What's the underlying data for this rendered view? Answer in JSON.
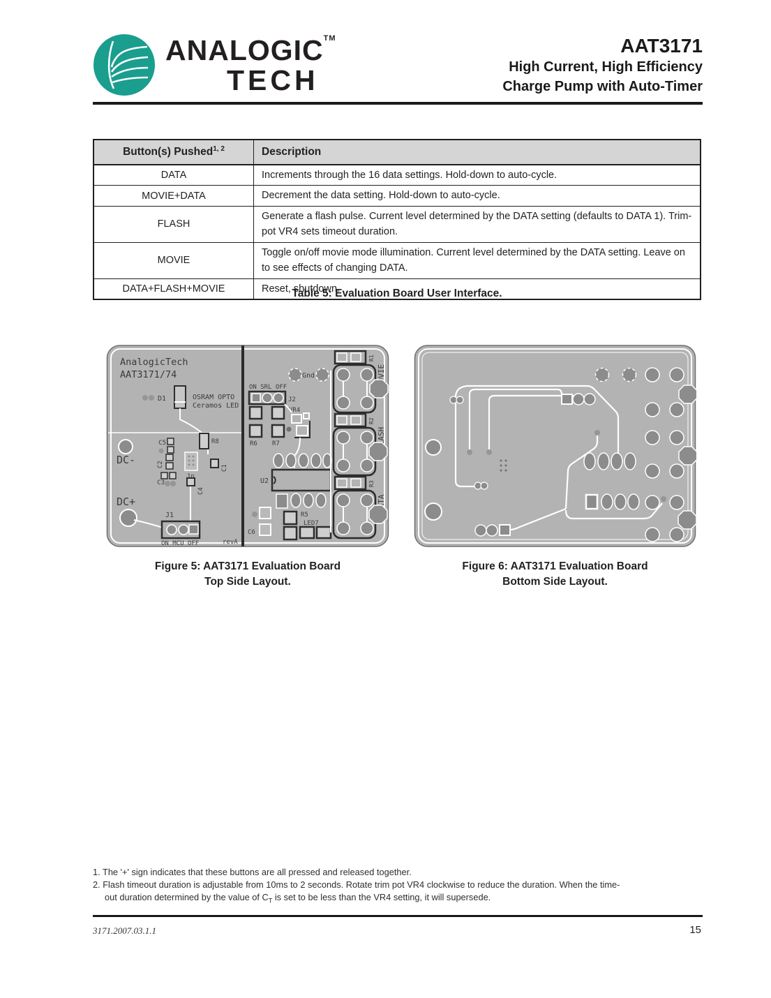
{
  "header": {
    "brand_line1": "ANALOGIC",
    "brand_tm": "TM",
    "brand_line2": "TECH",
    "brand_color": "#1a9e8e",
    "part_number": "AAT3171",
    "subtitle1": "High Current, High Efficiency",
    "subtitle2": "Charge Pump with Auto-Timer"
  },
  "table": {
    "header": {
      "col1": "Button(s) Pushed",
      "col1_sup": "1, 2",
      "col2": "Description"
    },
    "rows": [
      {
        "button": "DATA",
        "desc": "Increments through the 16 data settings. Hold-down to auto-cycle."
      },
      {
        "button": "MOVIE+DATA",
        "desc": "Decrement the data setting. Hold-down to auto-cycle."
      },
      {
        "button": "FLASH",
        "desc": "Generate a flash pulse. Current level determined by the DATA setting (defaults to DATA 1). Trim-pot VR4 sets timeout duration."
      },
      {
        "button": "MOVIE",
        "desc": "Toggle on/off movie mode illumination. Current level determined by the DATA setting. Leave on to see effects of changing DATA."
      },
      {
        "button": "DATA+FLASH+MOVIE",
        "desc": "Reset, shutdown."
      }
    ],
    "caption": "Table 5: Evaluation Board User Interface."
  },
  "figure5": {
    "caption1": "Figure 5: AAT3171 Evaluation Board",
    "caption2": "Top Side Layout.",
    "silk": {
      "title1": "AnalogicTech",
      "title2": "AAT3171/74",
      "d1": "D1",
      "led_note1": "OSRAM OPTO",
      "led_note2": "Ceramos LED",
      "dc_minus": "DC-",
      "dc_plus": "DC+",
      "c5": "C5",
      "c2": "C2",
      "c3": "C3",
      "c1": "C1",
      "c4": "C4",
      "r8": "R8",
      "cap_value": "1n",
      "j1": "J1",
      "j1_switch": "ON MCU OFF",
      "rev": "revA",
      "j2_switch": "ON SRL OFF",
      "j2": "J2",
      "vr4": "VR4",
      "r6": "R6",
      "r7": "R7",
      "u2": "U2",
      "r5": "R5",
      "c6": "C6",
      "led2": "LED7",
      "gnd": "Gnd",
      "r1": "R1",
      "r2": "R2",
      "r3": "R3",
      "btn_movie": "MOVIE",
      "btn_flash": "FLASH",
      "btn_data": "DATA"
    }
  },
  "figure6": {
    "caption1": "Figure 6: AAT3171 Evaluation Board",
    "caption2": "Bottom Side Layout."
  },
  "footnotes": {
    "fn1": "1. The '+' sign indicates that these buttons are all pressed and released together.",
    "fn2_line1": "2. Flash timeout duration is adjustable from 10ms to 2 seconds. Rotate trim pot VR4 clockwise to reduce the duration. When the time-",
    "fn2_line2_pre": "out duration determined by the value of C",
    "fn2_sub": "T",
    "fn2_line2_post": " is set to be less than the VR4 setting, it will supersede."
  },
  "footer": {
    "doc_id": "3171.2007.03.1.1",
    "page": "15"
  }
}
